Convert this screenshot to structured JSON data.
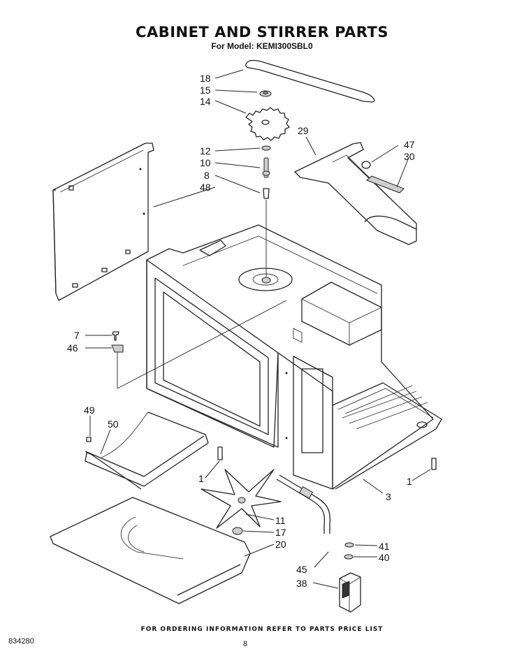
{
  "title": "CABINET AND STIRRER PARTS",
  "subtitle": "For Model: KEMI300SBL0",
  "footer_note": "FOR ORDERING INFORMATION REFER TO PARTS PRICE LIST",
  "document_number": "834280",
  "page_number": "8",
  "callouts": {
    "c18": "18",
    "c15": "15",
    "c14": "14",
    "c12": "12",
    "c10": "10",
    "c8": "8",
    "c48": "48",
    "c29": "29",
    "c47": "47",
    "c30": "30",
    "c7": "7",
    "c46": "46",
    "c49": "49",
    "c50": "50",
    "c1a": "1",
    "c1b": "1",
    "c3": "3",
    "c11": "11",
    "c17": "17",
    "c20": "20",
    "c41": "41",
    "c40": "40",
    "c45": "45",
    "c38": "38"
  }
}
